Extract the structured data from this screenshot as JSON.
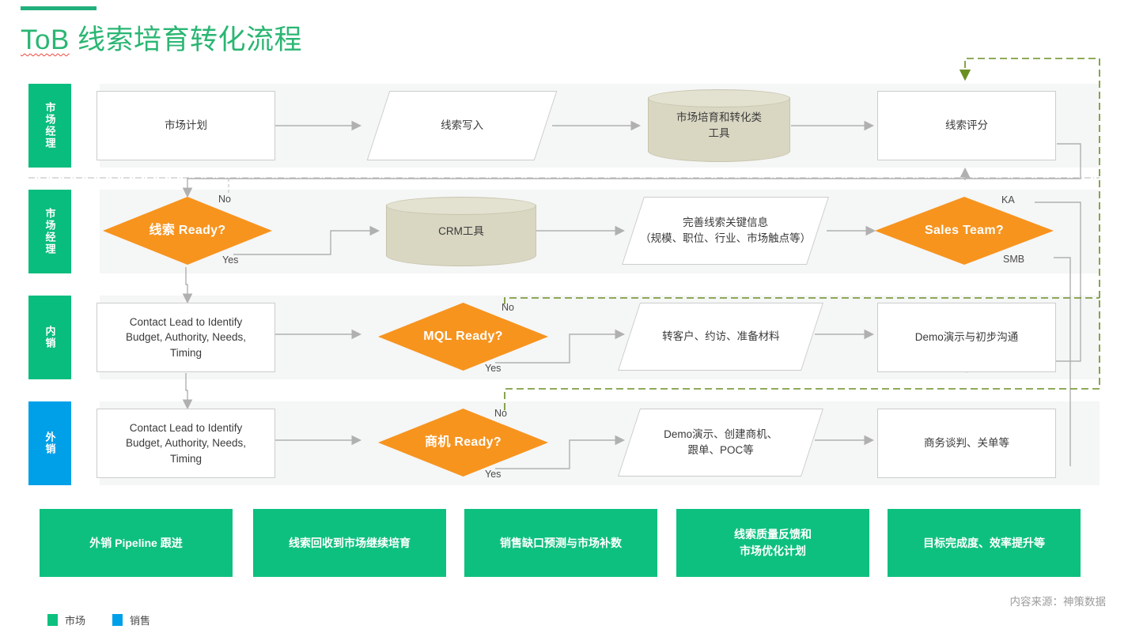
{
  "header": {
    "title_prefix": "ToB",
    "title_rest": "线索培育转化流程"
  },
  "colors": {
    "market_green": "#0ec07f",
    "sales_blue": "#00a0e9",
    "decision_orange": "#f7941e",
    "loop_green": "#6b8e23",
    "connector_gray": "#b0b0b0",
    "lane_bg": "#f5f6f6",
    "database_fill": "#d9d7c2",
    "title_green": "#2bb673"
  },
  "lanes": [
    {
      "id": "lane-market-manager-1",
      "label": "市场经理",
      "tab_color": "green"
    },
    {
      "id": "lane-market-manager-2",
      "label": "市场经理",
      "tab_color": "green"
    },
    {
      "id": "lane-inside-sales",
      "label": "内销",
      "tab_color": "green"
    },
    {
      "id": "lane-outside-sales",
      "label": "外销",
      "tab_color": "blue"
    }
  ],
  "nodes": {
    "market_plan": "市场计划",
    "lead_write_in": "线索写入",
    "nurture_tools_l1": "市场培育和转化类",
    "nurture_tools_l2": "工具",
    "lead_scoring": "线索评分",
    "lead_ready": "线索 Ready?",
    "crm_tool": "CRM工具",
    "complete_info_l1": "完善线索关键信息",
    "complete_info_l2": "（规模、职位、行业、市场触点等）",
    "sales_team": "Sales Team?",
    "contact_lead_inside_l1": "Contact Lead  to Identify",
    "contact_lead_inside_l2": "Budget, Authority, Needs,",
    "contact_lead_inside_l3": "Timing",
    "mql_ready": "MQL Ready?",
    "convert_customer": "转客户、约访、准备材料",
    "demo_initial": "Demo演示与初步沟通",
    "contact_lead_outside_l1": "Contact Lead  to Identify",
    "contact_lead_outside_l2": "Budget, Authority, Needs,",
    "contact_lead_outside_l3": "Timing",
    "opportunity_ready": "商机 Ready?",
    "demo_create_opp_l1": "Demo演示、创建商机、",
    "demo_create_opp_l2": "跟单、POC等",
    "business_negotiation": "商务谈判、关单等"
  },
  "edge_labels": {
    "lead_ready_no": "No",
    "lead_ready_yes": "Yes",
    "sales_team_ka": "KA",
    "sales_team_smb": "SMB",
    "mql_no": "No",
    "mql_yes": "Yes",
    "opportunity_no": "No",
    "opportunity_yes": "Yes"
  },
  "bottom_cards": [
    {
      "id": "card-outside-pipeline",
      "line1": "外销 Pipeline 跟进",
      "line2": ""
    },
    {
      "id": "card-lead-recycle",
      "line1": "线索回收到市场继续培育",
      "line2": ""
    },
    {
      "id": "card-gap-forecast",
      "line1": "销售缺口预测与市场补数",
      "line2": ""
    },
    {
      "id": "card-quality-feedback",
      "line1": "线索质量反馈和",
      "line2": "市场优化计划"
    },
    {
      "id": "card-goal-efficiency",
      "line1": "目标完成度、效率提升等",
      "line2": ""
    }
  ],
  "footer": {
    "source": "内容来源：神策数据",
    "legend": [
      {
        "id": "legend-market",
        "label": "市场",
        "color": "green"
      },
      {
        "id": "legend-sales",
        "label": "销售",
        "color": "blue"
      }
    ]
  }
}
